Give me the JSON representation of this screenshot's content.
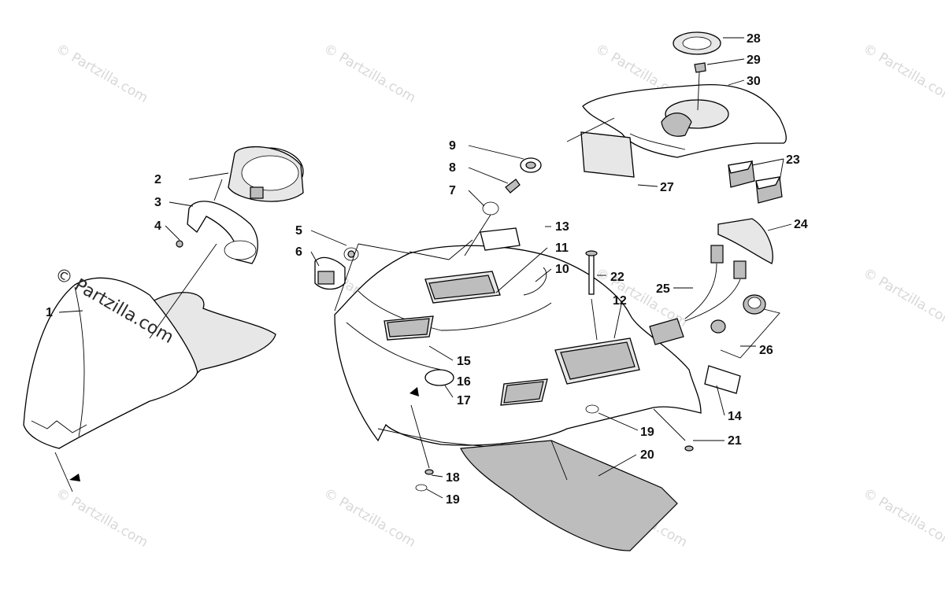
{
  "watermark": {
    "text": "© Partzilla.com",
    "prominent_text": "© Partzilla.com"
  },
  "callouts": {
    "c1": "1",
    "c2": "2",
    "c3": "3",
    "c4": "4",
    "c5": "5",
    "c6": "6",
    "c7": "7",
    "c8": "8",
    "c9": "9",
    "c10": "10",
    "c11": "11",
    "c12": "12",
    "c13": "13",
    "c14": "14",
    "c15": "15",
    "c16": "16",
    "c17": "17",
    "c18": "18",
    "c19a": "19",
    "c19b": "19",
    "c20": "20",
    "c21": "21",
    "c22": "22",
    "c23": "23",
    "c24": "24",
    "c25": "25",
    "c26": "26",
    "c27": "27",
    "c28": "28",
    "c29": "29",
    "c30": "30"
  },
  "colors": {
    "background": "#ffffff",
    "line": "#000000",
    "watermark": "#d8d8d8"
  }
}
